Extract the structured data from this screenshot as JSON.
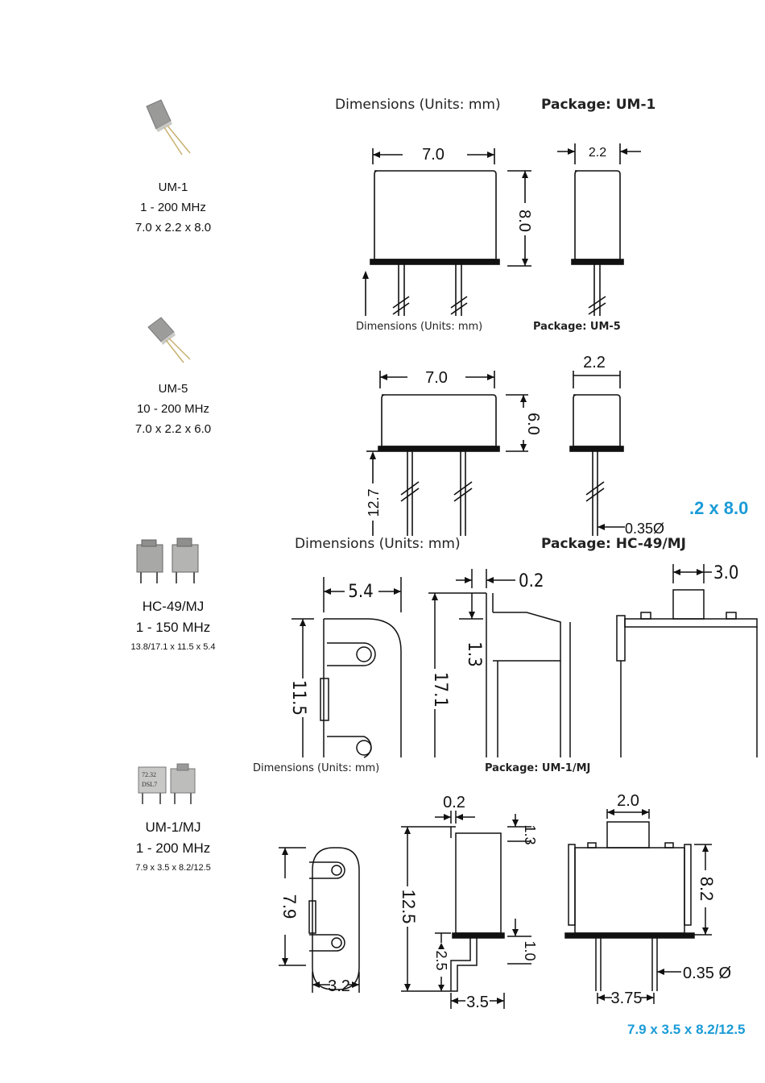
{
  "products": [
    {
      "name": "UM-1",
      "freq": "1 - 200 MHz",
      "size": "7.0 x 2.2 x 8.0"
    },
    {
      "name": "UM-5",
      "freq": "10 - 200 MHz",
      "size": "7.0 x 2.2 x 6.0"
    },
    {
      "name": "HC-49/MJ",
      "freq": "1 - 150 MHz",
      "size": "13.8/17.1 x 11.5 x 5.4"
    },
    {
      "name": "UM-1/MJ",
      "freq": "1 - 200 MHz",
      "size": "7.9 x 3.5 x 8.2/12.5"
    }
  ],
  "drawings": {
    "um1": {
      "dimensions": "Dimensions (Units: mm)",
      "package": "Package: UM-1",
      "width": "7.0",
      "depth": "2.2",
      "height": "8.0"
    },
    "um5": {
      "dimensions": "Dimensions (Units: mm)",
      "package": "Package: UM-5",
      "width": "7.0",
      "depth": "2.2",
      "height": "6.0",
      "lead": "12.7",
      "pin": "0.35Ø",
      "overlay_size": ".2 x 8.0"
    },
    "hc49mj": {
      "dimensions": "Dimensions (Units: mm)",
      "package": "Package: HC-49/MJ",
      "width": "5.4",
      "tab": "0.2",
      "tabh": "1.3",
      "pitch": "11.5",
      "height": "17.1",
      "top": "3.0"
    },
    "um1mj": {
      "dimensions": "Dimensions (Units: mm)",
      "package": "Package: UM-1/MJ",
      "tab": "0.2",
      "tabh": "1.3",
      "top": "2.0",
      "pitch": "7.9",
      "height": "12.5",
      "leg": "2.5",
      "gap": "1.0",
      "base": "3.5",
      "width": "3.2",
      "body": "8.2",
      "pin": "0.35 Ø",
      "spacing": "3.75",
      "size_label": "7.9 x 3.5 x 8.2/12.5"
    }
  },
  "colors": {
    "accent": "#1a9bd7"
  }
}
